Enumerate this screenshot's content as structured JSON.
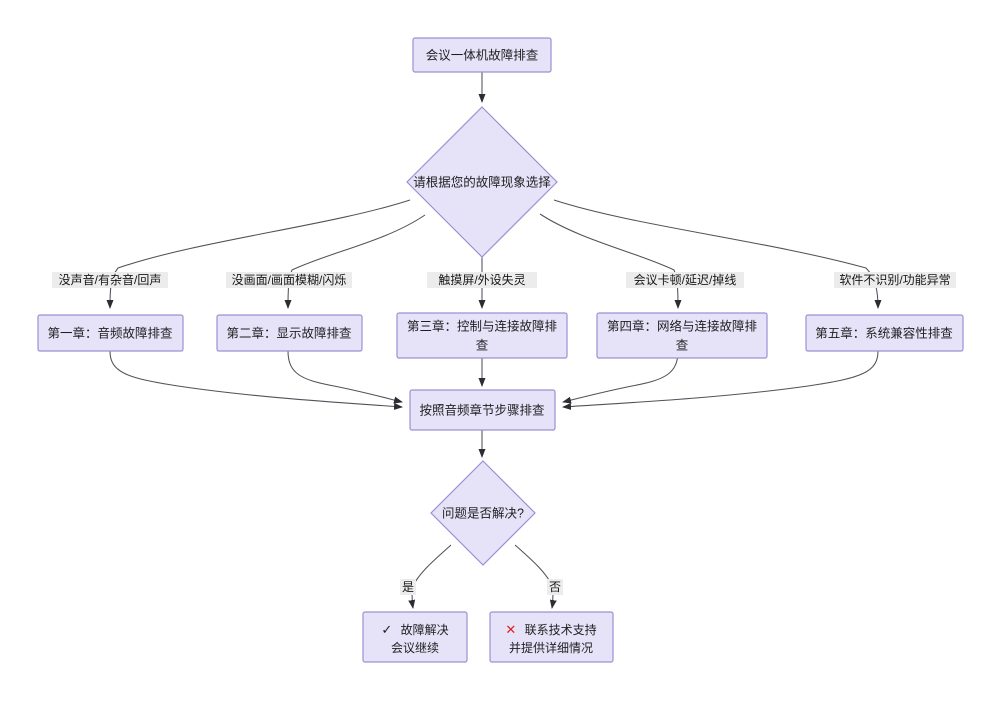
{
  "diagram": {
    "type": "flowchart",
    "title": "会议一体机故障排查",
    "direction": "top-down",
    "theme": {
      "node_fill": "#e6e2f7",
      "node_stroke": "#9e8fd4",
      "edge_color": "#51515a",
      "label_bg": "#ececec",
      "text_color": "#1f1f22",
      "success_mark_color": "#1f1f22",
      "failure_mark_color": "#e02020",
      "background": "#ffffff"
    },
    "nodes": {
      "start": {
        "id": "start",
        "shape": "rect",
        "label": "会议一体机故障排查"
      },
      "symptom_decision": {
        "id": "symptom_decision",
        "shape": "diamond",
        "label": "请根据您的故障现象选择"
      },
      "chapter1": {
        "id": "chapter1",
        "shape": "rect",
        "label": "第一章：音频故障排查"
      },
      "chapter2": {
        "id": "chapter2",
        "shape": "rect",
        "label": "第二章：显示故障排查"
      },
      "chapter3": {
        "id": "chapter3",
        "shape": "rect",
        "line1": "第三章：控制与连接故障排",
        "line2": "查"
      },
      "chapter4": {
        "id": "chapter4",
        "shape": "rect",
        "line1": "第四章：网络与连接故障排",
        "line2": "查"
      },
      "chapter5": {
        "id": "chapter5",
        "shape": "rect",
        "label": "第五章：系统兼容性排查"
      },
      "follow_steps": {
        "id": "follow_steps",
        "shape": "rect",
        "label": "按照音频章节步骤排查"
      },
      "resolved_decision": {
        "id": "resolved_decision",
        "shape": "diamond",
        "label": "问题是否解决?"
      },
      "resolved_ok": {
        "id": "resolved_ok",
        "shape": "rect",
        "mark": "✓",
        "mark_name": "check-mark-icon",
        "line1": "故障解决",
        "line2": "会议继续"
      },
      "contact_support": {
        "id": "contact_support",
        "shape": "rect",
        "mark": "✕",
        "mark_name": "cross-mark-icon",
        "line1": "联系技术支持",
        "line2": "并提供详细情况"
      }
    },
    "edge_labels": {
      "to_chapter1": "没声音/有杂音/回声",
      "to_chapter2": "没画面/画面模糊/闪烁",
      "to_chapter3": "触摸屏/外设失灵",
      "to_chapter4": "会议卡顿/延迟/掉线",
      "to_chapter5": "软件不识别/功能异常",
      "yes": "是",
      "no": "否"
    },
    "edges": [
      {
        "from": "start",
        "to": "symptom_decision",
        "label": ""
      },
      {
        "from": "symptom_decision",
        "to": "chapter1",
        "label": "没声音/有杂音/回声"
      },
      {
        "from": "symptom_decision",
        "to": "chapter2",
        "label": "没画面/画面模糊/闪烁"
      },
      {
        "from": "symptom_decision",
        "to": "chapter3",
        "label": "触摸屏/外设失灵"
      },
      {
        "from": "symptom_decision",
        "to": "chapter4",
        "label": "会议卡顿/延迟/掉线"
      },
      {
        "from": "symptom_decision",
        "to": "chapter5",
        "label": "软件不识别/功能异常"
      },
      {
        "from": "chapter1",
        "to": "follow_steps",
        "label": ""
      },
      {
        "from": "chapter2",
        "to": "follow_steps",
        "label": ""
      },
      {
        "from": "chapter3",
        "to": "follow_steps",
        "label": ""
      },
      {
        "from": "chapter4",
        "to": "follow_steps",
        "label": ""
      },
      {
        "from": "chapter5",
        "to": "follow_steps",
        "label": ""
      },
      {
        "from": "follow_steps",
        "to": "resolved_decision",
        "label": ""
      },
      {
        "from": "resolved_decision",
        "to": "resolved_ok",
        "label": "是"
      },
      {
        "from": "resolved_decision",
        "to": "contact_support",
        "label": "否"
      }
    ]
  }
}
